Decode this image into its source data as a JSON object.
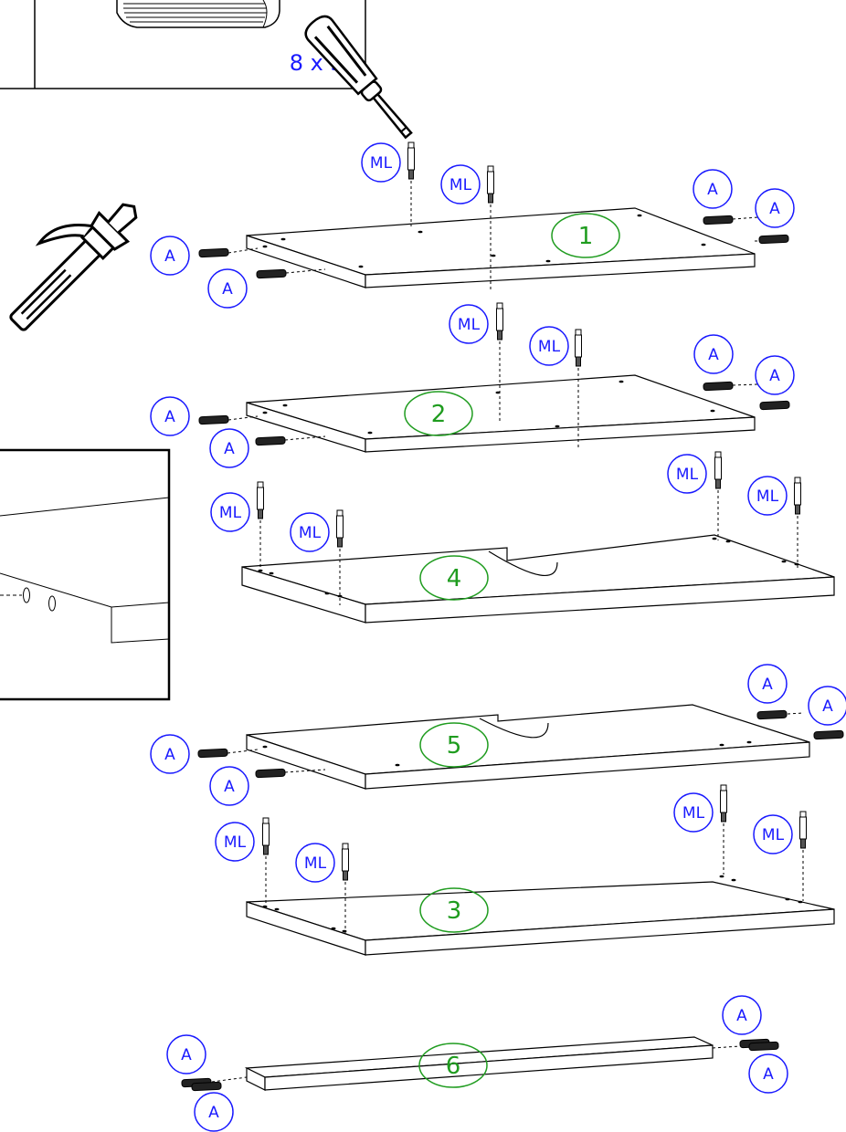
{
  "hardware": {
    "dowel_size": "8 x 35",
    "dowel_label": "A",
    "cam_label": "ML"
  },
  "tools": [
    "screwdriver-icon",
    "hammer-icon"
  ],
  "panels": [
    {
      "id": "1",
      "label": "1"
    },
    {
      "id": "2",
      "label": "2"
    },
    {
      "id": "4",
      "label": "4"
    },
    {
      "id": "5",
      "label": "5"
    },
    {
      "id": "3",
      "label": "3"
    },
    {
      "id": "6",
      "label": "6"
    }
  ],
  "colors": {
    "callout": "#1a1aff",
    "panel_label": "#1f9c1f",
    "line": "#000000"
  }
}
